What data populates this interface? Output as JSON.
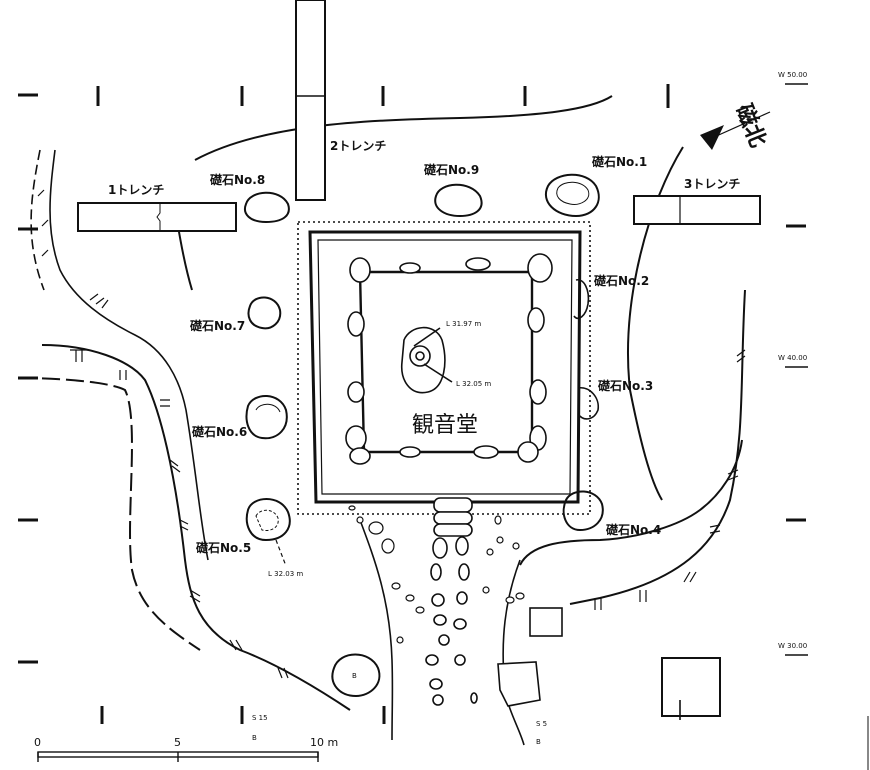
{
  "title": "観音堂",
  "north_label": "磁北",
  "trenches": [
    {
      "id": "t1",
      "label": "1トレンチ"
    },
    {
      "id": "t2",
      "label": "2トレンチ"
    },
    {
      "id": "t3",
      "label": "3トレンチ"
    }
  ],
  "foundation_stones": [
    {
      "id": "s1",
      "label": "礎石No.1"
    },
    {
      "id": "s2",
      "label": "礎石No.2"
    },
    {
      "id": "s3",
      "label": "礎石No.3"
    },
    {
      "id": "s4",
      "label": "礎石No.4"
    },
    {
      "id": "s5",
      "label": "礎石No.5"
    },
    {
      "id": "s6",
      "label": "礎石No.6"
    },
    {
      "id": "s7",
      "label": "礎石No.7"
    },
    {
      "id": "s8",
      "label": "礎石No.8"
    },
    {
      "id": "s9",
      "label": "礎石No.9"
    }
  ],
  "levels": {
    "l1": "L 31.97 m",
    "l2": "L 32.05 m",
    "l3": "L 32.03 m"
  },
  "grid": {
    "top_right": "W 50.00",
    "mid_right": "W 40.00",
    "bottom_right": "W 30.00",
    "section_a": "S 15",
    "section_b": "B",
    "section_c": "S 5",
    "section_d": "B"
  },
  "scale_bar": {
    "zero": "0",
    "five": "5",
    "ten": "10 m"
  },
  "small_mark": "B"
}
